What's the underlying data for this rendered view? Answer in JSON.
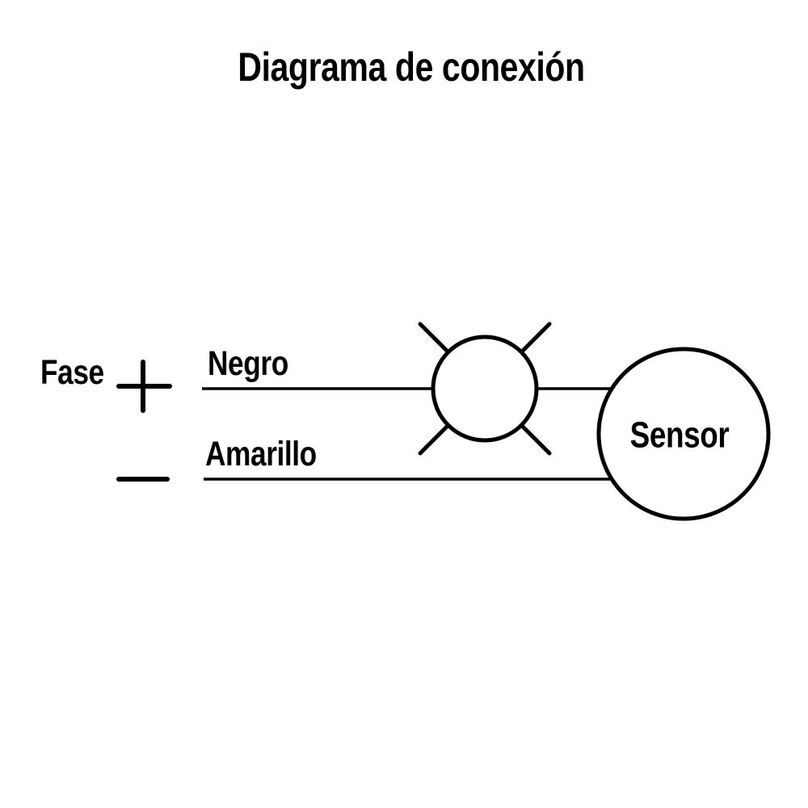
{
  "title": "Diagrama de conexión",
  "colors": {
    "ink": "#000000",
    "background": "#ffffff"
  },
  "diagram": {
    "power": {
      "label": "Fase",
      "positive_icon": "plus",
      "negative_icon": "minus"
    },
    "wires": {
      "black": {
        "label": "Negro"
      },
      "yellow": {
        "label": "Amarillo"
      }
    },
    "lamp_icon": "indicator-lamp",
    "sensor": {
      "label": "Sensor"
    }
  }
}
